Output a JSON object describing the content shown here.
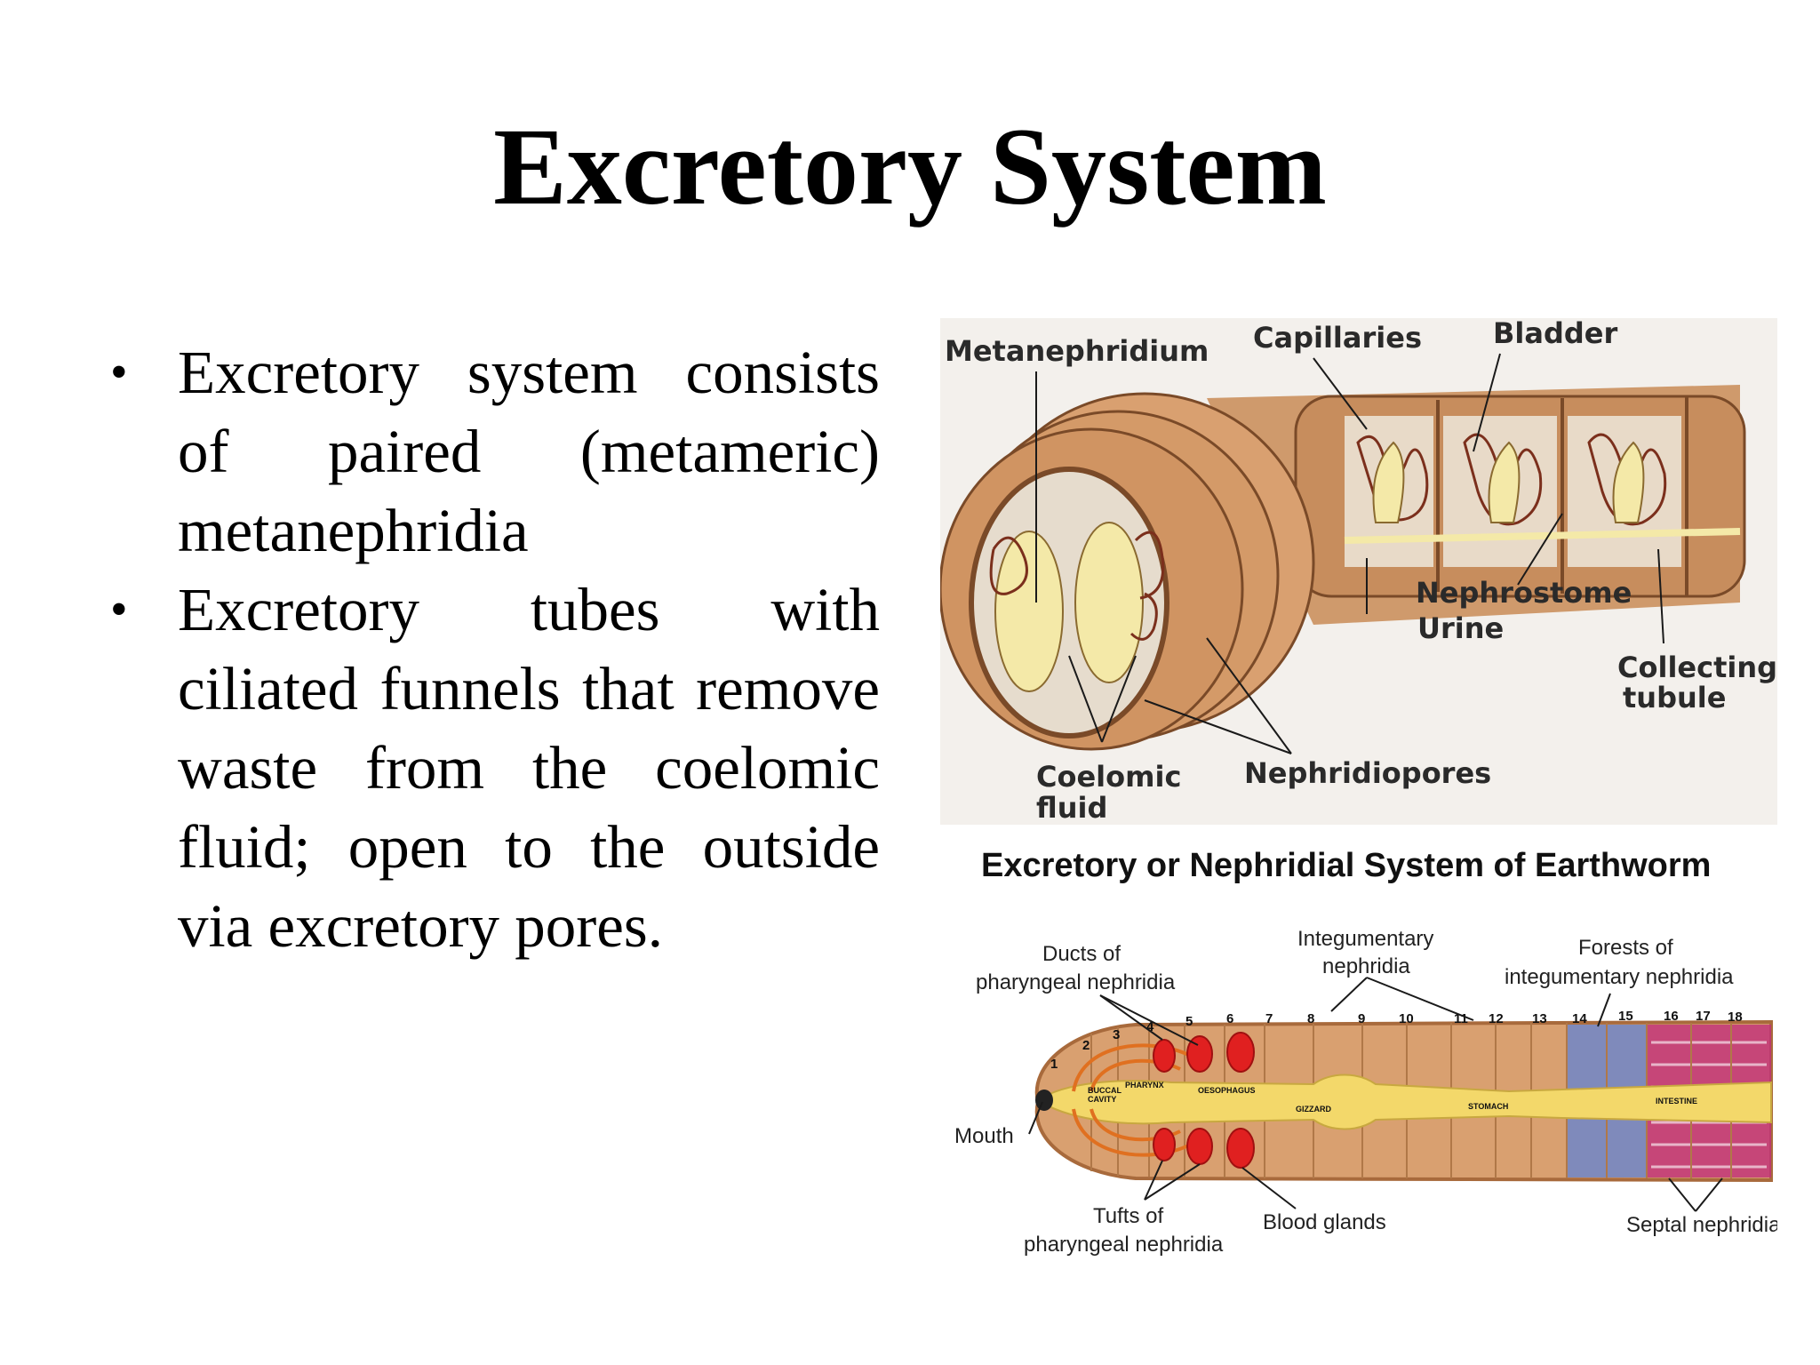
{
  "slide": {
    "title": "Excretory System",
    "bullets": [
      "Excretory system consists of paired (metameric) metanephridia",
      "Excretory tubes with ciliated funnels that remove waste from the coelomic fluid; open to the outside via excretory pores."
    ]
  },
  "figure_top": {
    "labels": {
      "metanephridium": "Metanephridium",
      "capillaries": "Capillaries",
      "bladder": "Bladder",
      "nephrostome": "Nephrostome",
      "urine": "Urine",
      "collecting_tubule_1": "Collecting",
      "collecting_tubule_2": "tubule",
      "coelomic_fluid_1": "Coelomic",
      "coelomic_fluid_2": "fluid",
      "nephridiopores": "Nephridiopores"
    }
  },
  "figure_bottom": {
    "caption": "Excretory or Nephridial System of Earthworm",
    "labels": {
      "ducts_1": "Ducts of",
      "ducts_2": "pharyngeal nephridia",
      "integumentary_1": "Integumentary",
      "integumentary_2": "nephridia",
      "forests_1": "Forests of",
      "forests_2": "integumentary nephridia",
      "mouth": "Mouth",
      "tufts_1": "Tufts of",
      "tufts_2": "pharyngeal nephridia",
      "blood_glands": "Blood glands",
      "septal": "Septal nephridia"
    },
    "organs": {
      "buccal_1": "BUCCAL",
      "buccal_2": "CAVITY",
      "pharynx": "PHARYNX",
      "oesophagus": "OESOPHAGUS",
      "gizzard": "GIZZARD",
      "stomach": "STOMACH",
      "intestine": "INTESTINE"
    },
    "segment_numbers": [
      "1",
      "2",
      "3",
      "4",
      "5",
      "6",
      "7",
      "8",
      "9",
      "10",
      "11",
      "12",
      "13",
      "14",
      "15",
      "16",
      "17",
      "18"
    ]
  },
  "colors": {
    "worm_body": "#d9a070",
    "worm_dark": "#a86a3c",
    "gut": "#f3d86a",
    "nephridia_red": "#e02020",
    "septal_blue": "#6f86c8",
    "septal_magenta": "#c0307a",
    "figure_bg": "#f3f0ec"
  }
}
